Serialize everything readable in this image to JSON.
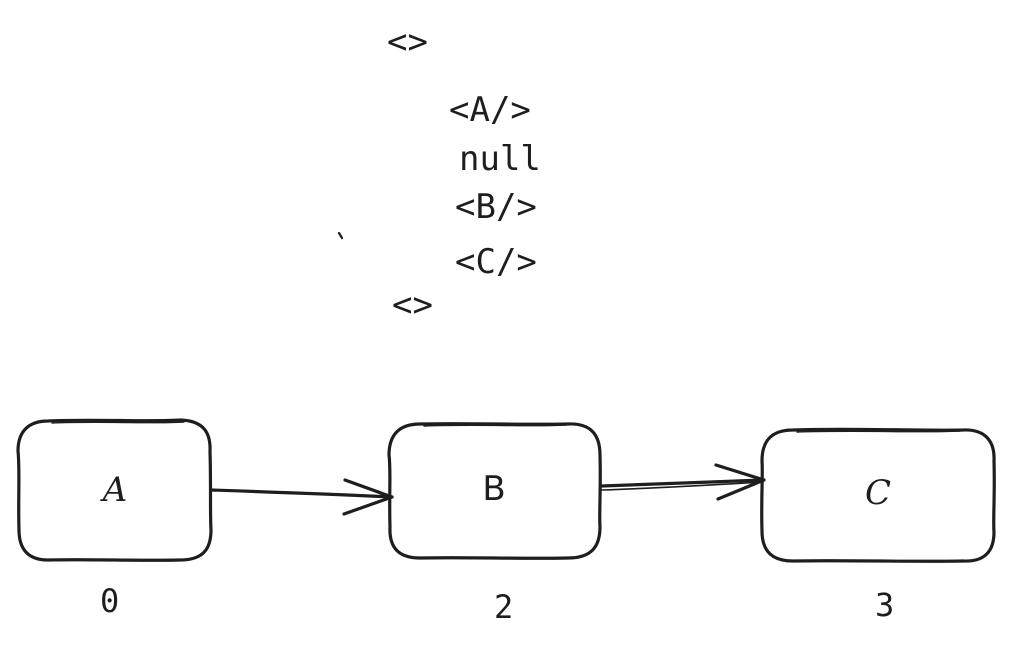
{
  "code": {
    "open_fragment": "<>",
    "lines": [
      "<A/>",
      "null",
      "<B/>",
      "<C/>"
    ],
    "close_fragment": "<>"
  },
  "nodes": [
    {
      "label": "A",
      "index": "0"
    },
    {
      "label": "B",
      "index": "2"
    },
    {
      "label": "C",
      "index": "3"
    }
  ],
  "colors": {
    "stroke": "#1e1e1e",
    "background": "#ffffff"
  }
}
